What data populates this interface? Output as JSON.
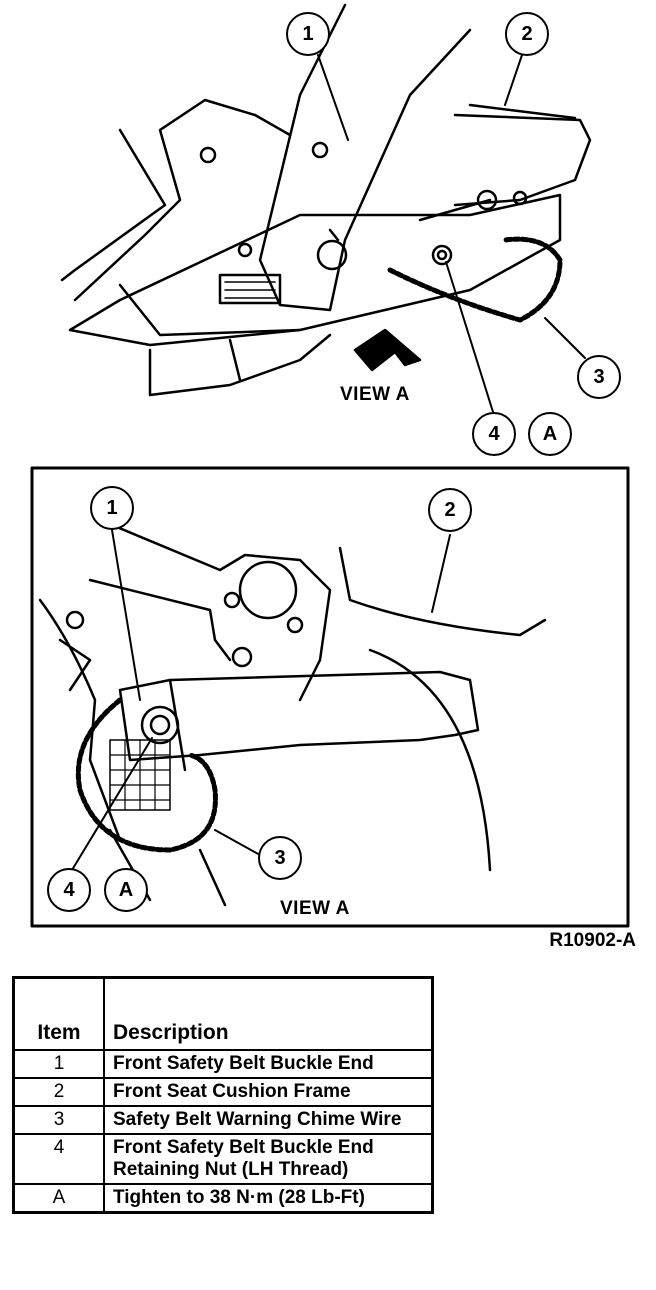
{
  "top_view": {
    "callouts": [
      "1",
      "2",
      "3",
      "4",
      "A"
    ],
    "view_label": "VIEW A"
  },
  "detail_view": {
    "callouts": [
      "1",
      "2",
      "3",
      "4",
      "A"
    ],
    "view_label": "VIEW A"
  },
  "figure_code": "R10902-A",
  "legend": {
    "headers": {
      "item": "Item",
      "description": "Description"
    },
    "rows": [
      {
        "item": "1",
        "description": "Front Safety Belt Buckle End"
      },
      {
        "item": "2",
        "description": "Front Seat Cushion Frame"
      },
      {
        "item": "3",
        "description": "Safety Belt Warning Chime Wire"
      },
      {
        "item": "4",
        "description": "Front Safety Belt Buckle End Retaining Nut (LH Thread)"
      },
      {
        "item": "A",
        "description": "Tighten to 38 N·m (28 Lb-Ft)"
      }
    ]
  }
}
